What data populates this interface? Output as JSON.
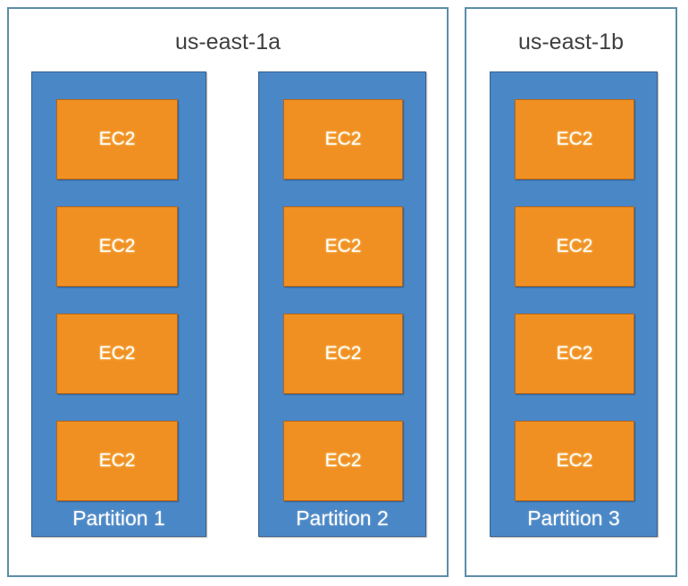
{
  "diagram": {
    "type": "aws-partition-placement-group",
    "colors": {
      "zone_border": "#5B8DA8",
      "partition_fill": "#4A87C6",
      "partition_border": "#37618F",
      "instance_fill": "#F19022",
      "instance_border": "#B4651A",
      "title_text": "#3F3F3F",
      "label_text": "#FFFFFF",
      "background": "#FFFFFF"
    },
    "zones": [
      {
        "id": "az-us-east-1a",
        "title": "us-east-1a",
        "partitions": [
          {
            "id": "partition-1",
            "label": "Partition 1",
            "instances": [
              {
                "label": "EC2"
              },
              {
                "label": "EC2"
              },
              {
                "label": "EC2"
              },
              {
                "label": "EC2"
              }
            ]
          },
          {
            "id": "partition-2",
            "label": "Partition 2",
            "instances": [
              {
                "label": "EC2"
              },
              {
                "label": "EC2"
              },
              {
                "label": "EC2"
              },
              {
                "label": "EC2"
              }
            ]
          }
        ]
      },
      {
        "id": "az-us-east-1b",
        "title": "us-east-1b",
        "partitions": [
          {
            "id": "partition-3",
            "label": "Partition 3",
            "instances": [
              {
                "label": "EC2"
              },
              {
                "label": "EC2"
              },
              {
                "label": "EC2"
              },
              {
                "label": "EC2"
              }
            ]
          }
        ]
      }
    ]
  }
}
